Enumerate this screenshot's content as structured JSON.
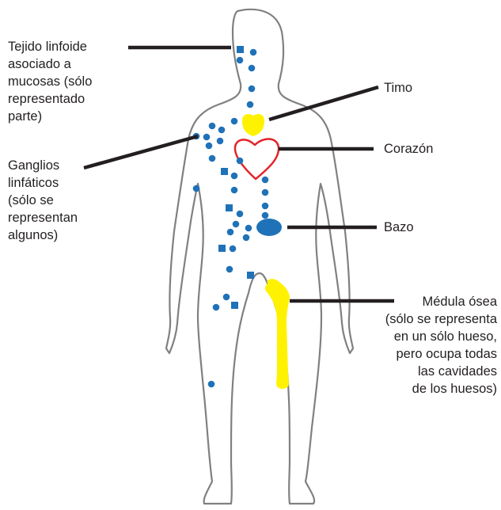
{
  "labels": {
    "mucosal_tissue": "Tejido linfoide\nasociado a\nmucosas (sólo\nrepresentado\nparte)",
    "lymph_nodes": "Ganglios\nlinfáticos\n(sólo se\nrepresentan\nalgunos)",
    "thymus": "Timo",
    "heart": "Corazón",
    "spleen": "Bazo",
    "bone_marrow": "Médula ósea\n(sólo se representa\nen un sólo hueso,\npero ocupa todas\nlas cavidades\nde los huesos)"
  },
  "colors": {
    "outline": "#808080",
    "node": "#1f72b8",
    "thymus": "#fff200",
    "bone_marrow": "#fff200",
    "heart": "#e2242a",
    "leader_line": "#231f20"
  }
}
